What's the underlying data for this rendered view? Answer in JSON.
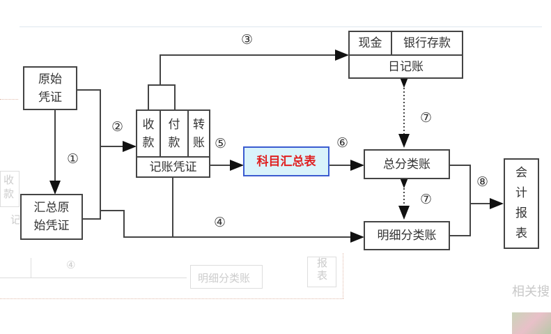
{
  "diagram": {
    "original_voucher": "原始凭证",
    "summary_original_voucher": "汇总原始凭证",
    "voucher_types": [
      "收款",
      "付款",
      "转账"
    ],
    "bookkeeping_voucher": "记账凭证",
    "subject_summary": "科目汇总表",
    "cash": "现金",
    "bank_deposit": "银行存款",
    "journal": "日记账",
    "general_ledger": "总分类账",
    "subsidiary_ledger": "明细分类账",
    "financial_report": "会计报表",
    "steps": [
      "①",
      "②",
      "③",
      "④",
      "⑤",
      "⑥",
      "⑦",
      "⑦",
      "⑧"
    ]
  },
  "background": {
    "faded_voucher": "收款",
    "faded_record": "记",
    "faded_step": "④",
    "faded_subsidiary": "明细分类账",
    "faded_report": "报表",
    "related_search": "相关搜"
  },
  "colors": {
    "highlight_bg": "#d9f3fb",
    "highlight_border": "#3a5bd0",
    "highlight_text": "#e02020"
  }
}
